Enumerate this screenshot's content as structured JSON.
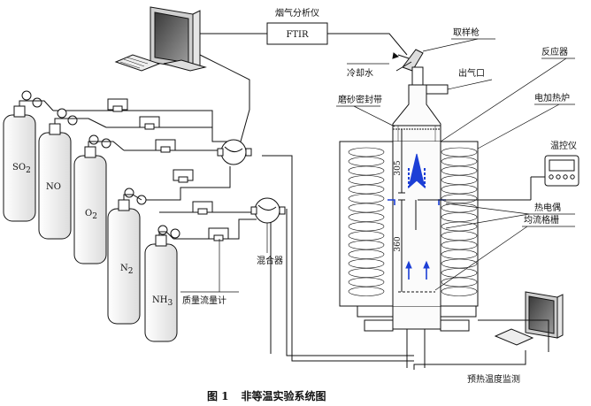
{
  "caption": {
    "figure": "图 1",
    "title": "非等温实验系统图"
  },
  "labels": {
    "gas_analyzer": "烟气分析仪",
    "ftir": "FTIR",
    "sampling_gun": "取样枪",
    "cooling_water": "冷却水",
    "gas_outlet": "出气口",
    "reactor": "反应器",
    "ground_seal": "磨砂密封带",
    "electric_furnace": "电加热炉",
    "temp_controller": "温控仪",
    "thermocouple": "热电偶",
    "flow_grid": "均流格栅",
    "mixer": "混合器",
    "mass_flowmeter": "质量流量计",
    "preheat_monitor": "预热温度监测"
  },
  "dimensions": {
    "upper": "305",
    "lower": "360"
  },
  "cylinders": [
    {
      "label_main": "SO",
      "label_sub": "2"
    },
    {
      "label_main": "NO",
      "label_sub": ""
    },
    {
      "label_main": "O",
      "label_sub": "2"
    },
    {
      "label_main": "N",
      "label_sub": "2"
    },
    {
      "label_main": "NH",
      "label_sub": "3"
    }
  ]
}
